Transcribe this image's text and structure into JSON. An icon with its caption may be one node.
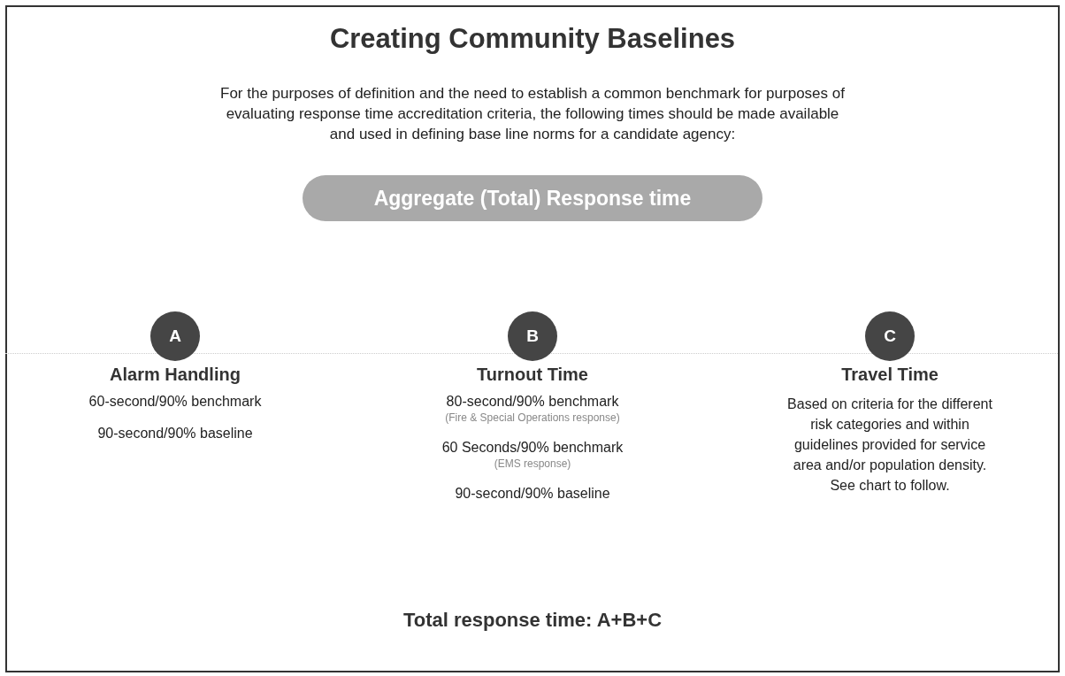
{
  "diagram": {
    "title": "Creating Community Baselines",
    "nodes": [
      {
        "text": [
          "Aggregate (Total) Response time"
        ]
      },
      {
        "text": [
          "A"
        ],
        "beside": [
          "Alarm Handling",
          "60-second/90% benchmark",
          "90-second/90% baseline"
        ]
      },
      {
        "text": [
          "B"
        ],
        "beside": [
          "Turnout Time",
          "80-second/90% benchmark",
          "(Fire & Special Operations response)",
          "60 Seconds/90% benchmark",
          "(EMS response)",
          "90-second/90% baseline"
        ]
      },
      {
        "text": [
          "C"
        ],
        "beside": [
          "Travel Time",
          "Based on criteria for the different risk categories and within guidelines provided for service area and/or population density. See chart to follow."
        ]
      }
    ],
    "edges": [],
    "labels": [
      "For the purposes of definition and the need to establish a common benchmark for purposes of evaluating response time accreditation criteria, the following times should be made available and used in defining base line norms for a candidate agency:"
    ],
    "caption": "Total response time: A+B+C"
  }
}
